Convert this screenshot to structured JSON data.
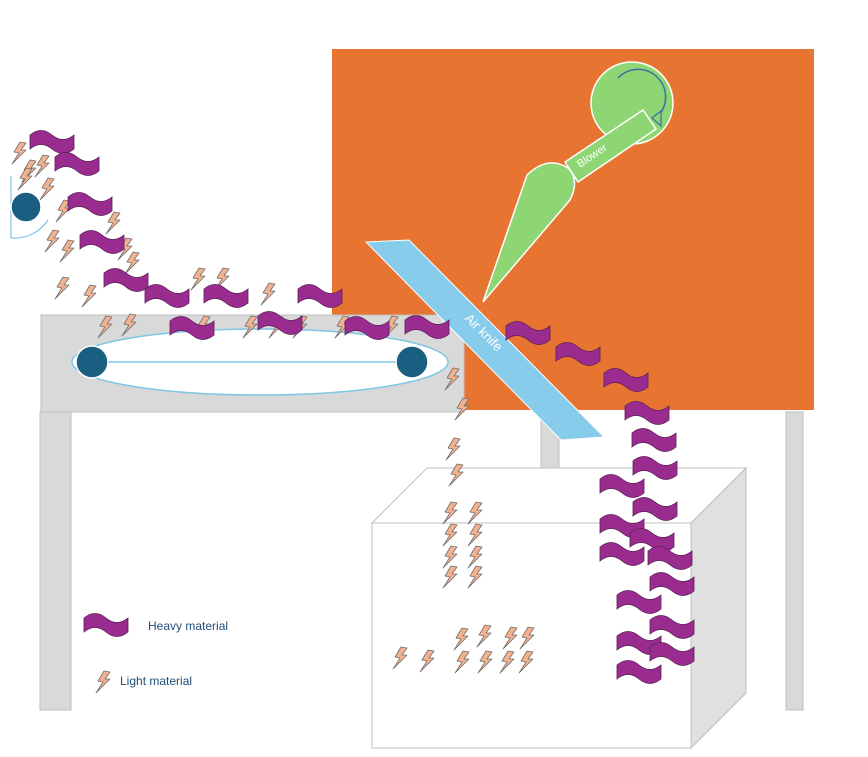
{
  "labels": {
    "blower": "Blower",
    "air_knife": "Air knife"
  },
  "legend": {
    "heavy": "Heavy material",
    "light": "Light material"
  },
  "colors": {
    "chamber": "#E87431",
    "blower": "#8ED673",
    "air_knife": "#87CCEB",
    "heavy": "#9B2C8F",
    "light": "#F2B28F",
    "roller": "#1A5F82",
    "frame": "#D9D9D9",
    "legend_text": "#1F4E79"
  }
}
